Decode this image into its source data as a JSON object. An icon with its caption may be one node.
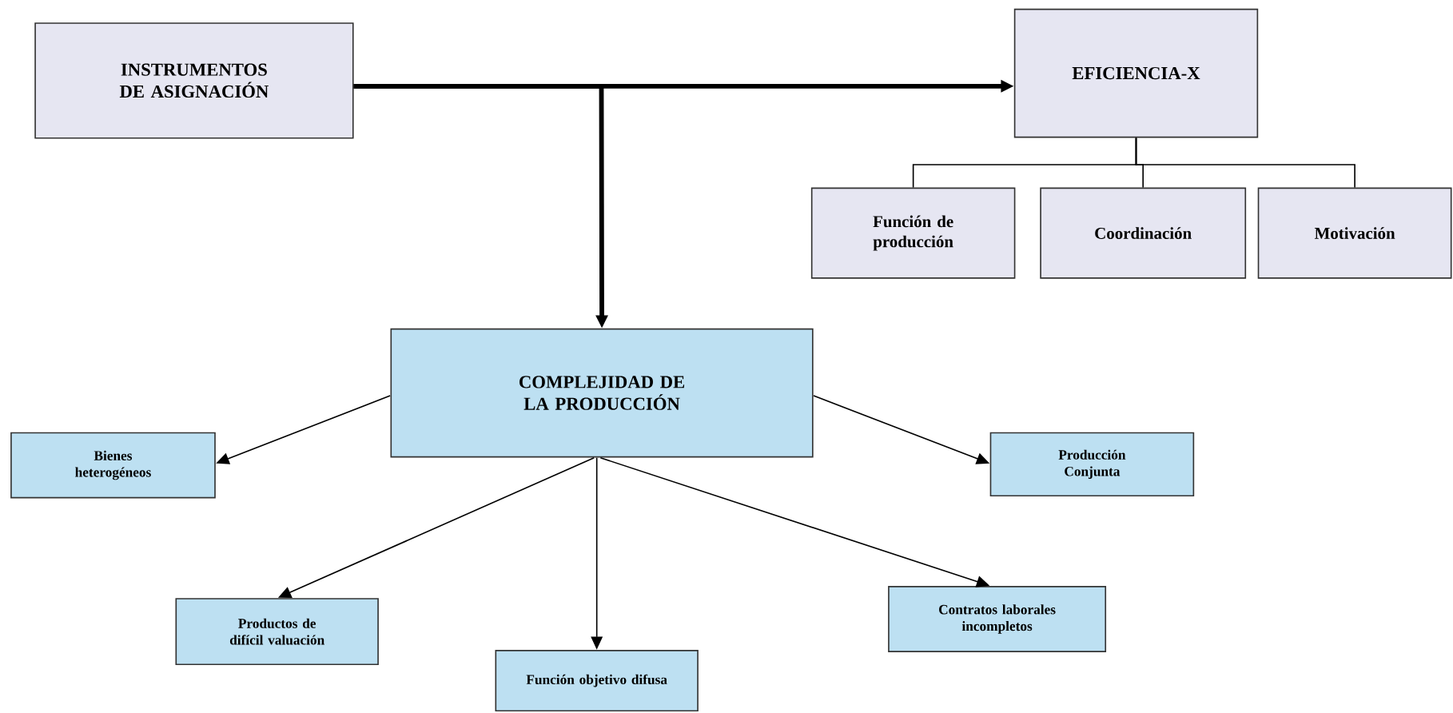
{
  "diagram": {
    "nodes": [
      {
        "text": [
          "INSTRUMENTOS DE ASIGNACIÓN"
        ]
      },
      {
        "text": [
          "EFICIENCIA-X"
        ]
      },
      {
        "text": [
          "Función de producción"
        ]
      },
      {
        "text": [
          "Coordinación"
        ]
      },
      {
        "text": [
          "Motivación"
        ]
      },
      {
        "text": [
          "COMPLEJIDAD DE LA PRODUCCIÓN"
        ]
      },
      {
        "text": [
          "Bienes heterogéneos"
        ]
      },
      {
        "text": [
          "Producción Conjunta"
        ]
      },
      {
        "text": [
          "Productos de difícil valuación"
        ]
      },
      {
        "text": [
          "Función objetivo difusa"
        ]
      },
      {
        "text": [
          "Contratos laborales incompletos"
        ]
      }
    ],
    "edges": [
      {
        "from": 0,
        "to": 1,
        "arrow": "to",
        "style": "thick"
      },
      {
        "from": 0,
        "to": 5,
        "arrow": "to",
        "style": "thick"
      },
      {
        "from": 1,
        "to": 2,
        "arrow": "none"
      },
      {
        "from": 1,
        "to": 3,
        "arrow": "none"
      },
      {
        "from": 1,
        "to": 4,
        "arrow": "none"
      },
      {
        "from": 5,
        "to": 6,
        "arrow": "to"
      },
      {
        "from": 5,
        "to": 7,
        "arrow": "to"
      },
      {
        "from": 5,
        "to": 8,
        "arrow": "to"
      },
      {
        "from": 5,
        "to": 9,
        "arrow": "to"
      },
      {
        "from": 5,
        "to": 10,
        "arrow": "to"
      }
    ]
  }
}
